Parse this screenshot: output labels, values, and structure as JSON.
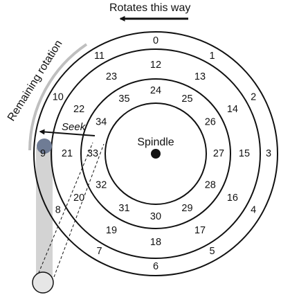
{
  "rotation_caption": "Rotates this way",
  "remaining_rotation_caption": "Remaining rotation",
  "seek_label": "Seek",
  "spindle_label": "Spindle",
  "tracks": {
    "outer": [
      {
        "label": "0",
        "deg": 90
      },
      {
        "label": "1",
        "deg": 60
      },
      {
        "label": "2",
        "deg": 30
      },
      {
        "label": "3",
        "deg": 0
      },
      {
        "label": "4",
        "deg": -30
      },
      {
        "label": "5",
        "deg": -60
      },
      {
        "label": "6",
        "deg": -90
      },
      {
        "label": "7",
        "deg": -120
      },
      {
        "label": "8",
        "deg": -150
      },
      {
        "label": "9",
        "deg": 180
      },
      {
        "label": "10",
        "deg": 150
      },
      {
        "label": "11",
        "deg": 120
      }
    ],
    "middle": [
      {
        "label": "12",
        "deg": 90
      },
      {
        "label": "13",
        "deg": 60
      },
      {
        "label": "14",
        "deg": 30
      },
      {
        "label": "15",
        "deg": 0
      },
      {
        "label": "16",
        "deg": -30
      },
      {
        "label": "17",
        "deg": -60
      },
      {
        "label": "18",
        "deg": -90
      },
      {
        "label": "19",
        "deg": -120
      },
      {
        "label": "20",
        "deg": -150
      },
      {
        "label": "21",
        "deg": 180
      },
      {
        "label": "22",
        "deg": 150
      },
      {
        "label": "23",
        "deg": 120
      }
    ],
    "inner": [
      {
        "label": "24",
        "deg": 90
      },
      {
        "label": "25",
        "deg": 60
      },
      {
        "label": "26",
        "deg": 30
      },
      {
        "label": "27",
        "deg": 0
      },
      {
        "label": "28",
        "deg": -30
      },
      {
        "label": "29",
        "deg": -60
      },
      {
        "label": "30",
        "deg": -90
      },
      {
        "label": "31",
        "deg": -120
      },
      {
        "label": "32",
        "deg": -150
      },
      {
        "label": "33",
        "deg": 180
      },
      {
        "label": "34",
        "deg": 150
      },
      {
        "label": "35",
        "deg": 120
      }
    ]
  },
  "colors": {
    "ink": "#111111",
    "arm": "#d3d3d3",
    "head": "#6f7c95",
    "pivot_fill": "#e6e6e6",
    "rotation_arc": "#bfbfbf"
  }
}
